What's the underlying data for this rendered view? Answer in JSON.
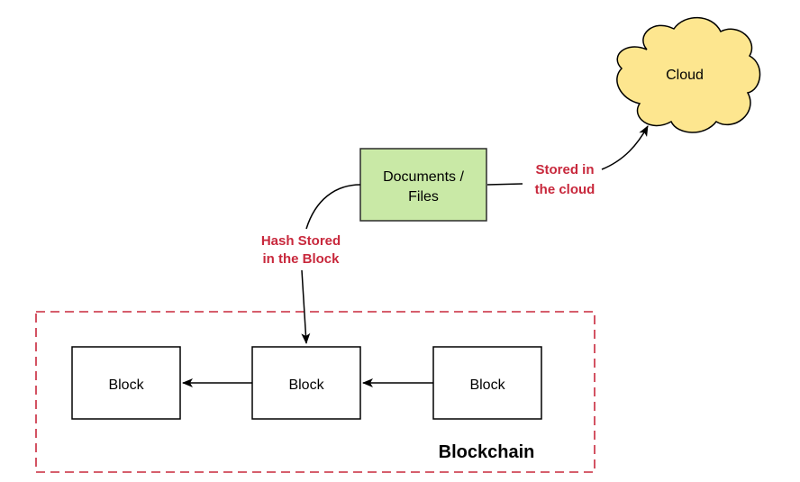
{
  "colors": {
    "accent_red": "#c8283c",
    "documents_fill": "#c9e9a6",
    "documents_stroke": "#2c2c2c",
    "cloud_fill": "#fde68f",
    "cloud_stroke": "#000000",
    "block_fill": "#ffffff",
    "group_border": "#c8283c"
  },
  "cloud": {
    "label": "Cloud",
    "icon": "cloud-icon"
  },
  "documents": {
    "line1": "Documents /",
    "line2": "Files"
  },
  "edges": {
    "stored_cloud": {
      "line1": "Stored in",
      "line2": "the cloud"
    },
    "hash_block": {
      "line1": "Hash Stored",
      "line2": "in the Block"
    }
  },
  "blockchain": {
    "title": "Blockchain",
    "blocks": [
      {
        "label": "Block"
      },
      {
        "label": "Block"
      },
      {
        "label": "Block"
      }
    ]
  }
}
